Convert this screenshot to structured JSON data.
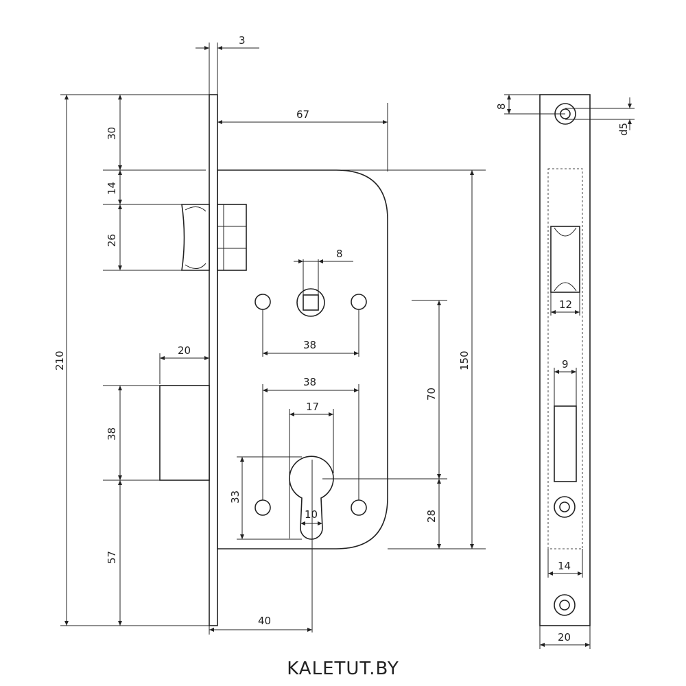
{
  "brand": "KALETUT.BY",
  "dimensions": {
    "faceplate_thickness": "3",
    "backset_to_faceplate": "67",
    "faceplate_length": "210",
    "top_to_latch_zone": "30",
    "latch_gap": "14",
    "latch_height": "26",
    "square_hole": "8",
    "screw_spacing_upper": "38",
    "bolt_throw": "20",
    "bolt_height": "38",
    "bottom_section": "57",
    "screw_spacing_lower": "38",
    "cylinder_width": "17",
    "case_height": "150",
    "center_distance": "70",
    "cylinder_height": "33",
    "cylinder_narrow": "10",
    "cylinder_to_bottom": "28",
    "backset": "40",
    "strike_top_screw": "8",
    "screw_hole_diameter": "d5",
    "latch_window_width": "12",
    "bolt_window_width": "9",
    "recess_width": "14",
    "strike_width": "20"
  }
}
